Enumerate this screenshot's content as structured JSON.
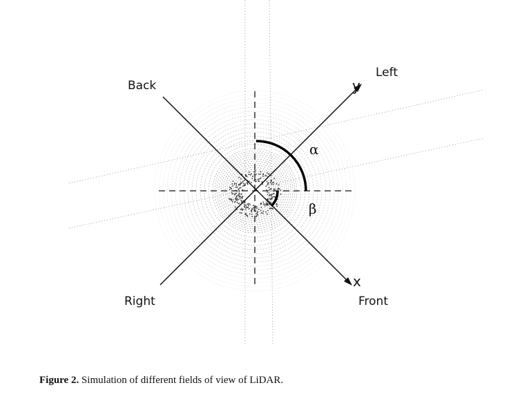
{
  "figure": {
    "labels": {
      "back": "Back",
      "left": "Left",
      "right": "Right",
      "front": "Front"
    },
    "axes": {
      "x": "x",
      "y": "y"
    },
    "angles": {
      "alpha": "α",
      "beta": "β"
    }
  },
  "caption": {
    "number": "Figure 2.",
    "text": "Simulation of different fields of view of LiDAR."
  }
}
